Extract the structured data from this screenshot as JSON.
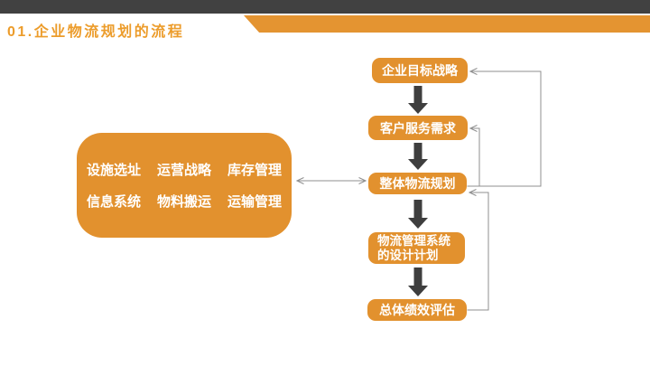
{
  "header": {
    "title": "01.企业物流规划的流程"
  },
  "flow": {
    "nodes": [
      {
        "label": "企业目标战略"
      },
      {
        "label": "客户服务需求"
      },
      {
        "label": "整体物流规划"
      },
      {
        "label": "物流管理系统",
        "label2": "的设计计划"
      },
      {
        "label": "总体绩效评估"
      }
    ]
  },
  "detail": {
    "rows": [
      [
        "设施选址",
        "运营战略",
        "库存管理"
      ],
      [
        "信息系统",
        "物料搬运",
        "运输管理"
      ]
    ]
  },
  "colors": {
    "accent_orange": "#E2912E",
    "banner_orange": "#E49431",
    "title_orange": "#EC9C2B",
    "dark_bar": "#414141",
    "thick_arrow": "#3E3E3E",
    "thin_line": "#8F8F8F",
    "node_text": "#FFFFFF"
  }
}
